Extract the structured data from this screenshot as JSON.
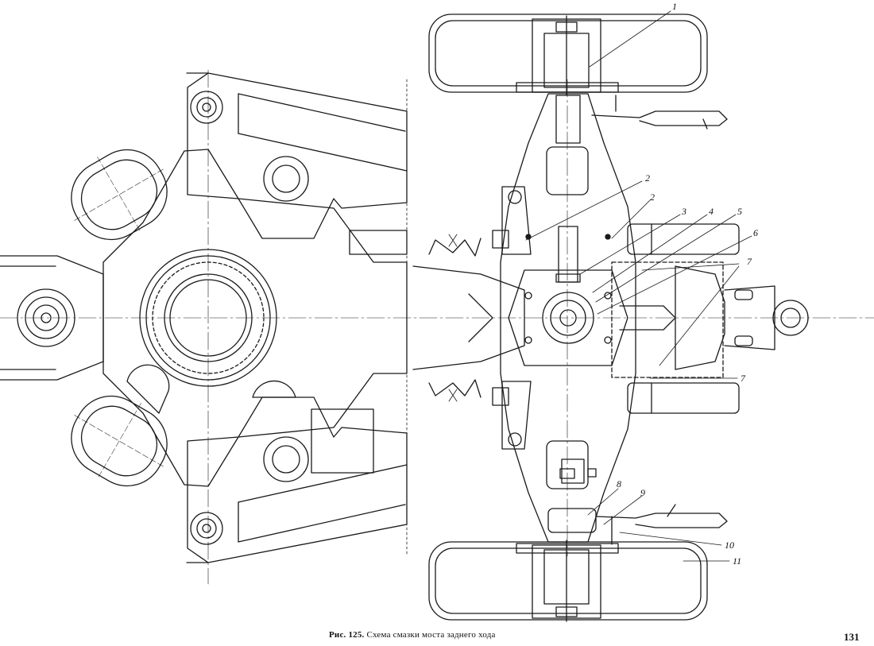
{
  "figure": {
    "caption_lead": "Рис. 125.",
    "caption_text": "Схема смазки моста заднего хода",
    "page_number": "131"
  },
  "callouts": [
    {
      "id": "1",
      "text": "1"
    },
    {
      "id": "2a",
      "text": "2"
    },
    {
      "id": "2b",
      "text": "2"
    },
    {
      "id": "3",
      "text": "3"
    },
    {
      "id": "4",
      "text": "4"
    },
    {
      "id": "5",
      "text": "5"
    },
    {
      "id": "6",
      "text": "6"
    },
    {
      "id": "7a",
      "text": "7"
    },
    {
      "id": "7b",
      "text": "7"
    },
    {
      "id": "8",
      "text": "8"
    },
    {
      "id": "9",
      "text": "9"
    },
    {
      "id": "10",
      "text": "10"
    },
    {
      "id": "11",
      "text": "11"
    }
  ],
  "colors": {
    "ink": "#1a1a1a",
    "paper": "#ffffff"
  }
}
